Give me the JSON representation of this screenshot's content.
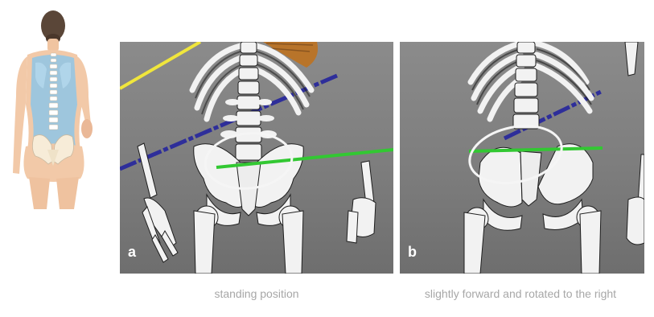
{
  "panels": [
    {
      "letter": "a",
      "caption": "standing position"
    },
    {
      "letter": "b",
      "caption": "slightly forward and rotated to the right"
    }
  ],
  "colors": {
    "panel_background": "#808080",
    "bone": "#f2f2f2",
    "bone_shadow": "#1e1e1e",
    "axis_yellow": "#f0e63c",
    "axis_blue": "#2e2e9a",
    "axis_green": "#32c832",
    "skin": "#f2c9a8",
    "spine_highlight": "#8fc6e6",
    "caption_text": "#a7a7a7"
  }
}
